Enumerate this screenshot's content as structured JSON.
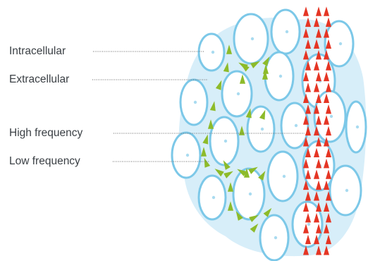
{
  "labels": {
    "intracellular": "Intracellular",
    "extracellular": "Extracellular",
    "high_frequency": "High frequency",
    "low_frequency": "Low frequency"
  },
  "colors": {
    "cell_stroke": "#7cc8e8",
    "cell_fill": "#ffffff",
    "nucleus": "#a9dbf0",
    "extracellular_fluid": "#d7eef9",
    "low_frequency_arrow": "#8dbb2a",
    "high_frequency_arrow": "#e53524",
    "leader_line": "#666666",
    "text": "#3a3f44"
  },
  "icons": {
    "cell": "ellipse-cell",
    "low_frequency_marker": "green-triangle-arrow",
    "high_frequency_marker": "red-triangle-arrow"
  }
}
